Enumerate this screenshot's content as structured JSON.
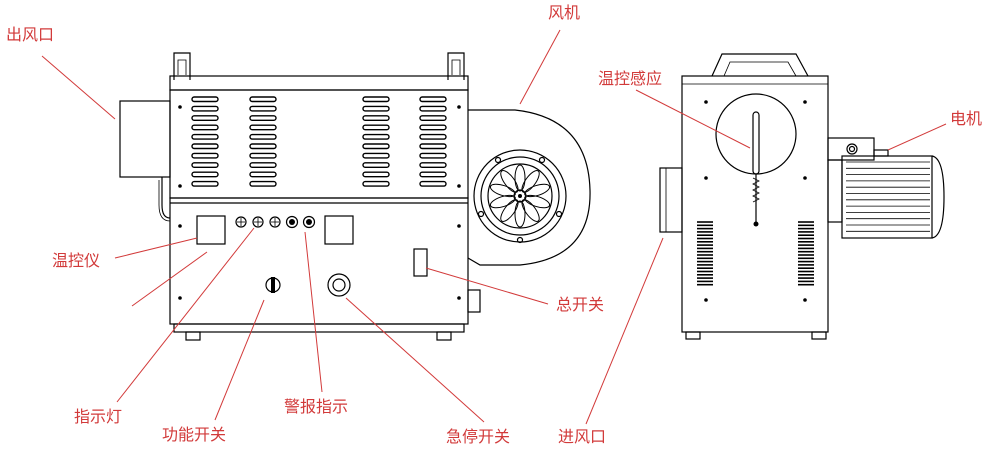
{
  "labels": {
    "outlet": "出风口",
    "fan": "风机",
    "thermostat": "温控仪",
    "main_switch": "总开关",
    "indicator_light": "指示灯",
    "function_switch": "功能开关",
    "alarm_indicator": "警报指示",
    "emergency_stop": "急停开关",
    "temp_sensor": "温控感应",
    "motor": "电机",
    "inlet": "进风口"
  }
}
